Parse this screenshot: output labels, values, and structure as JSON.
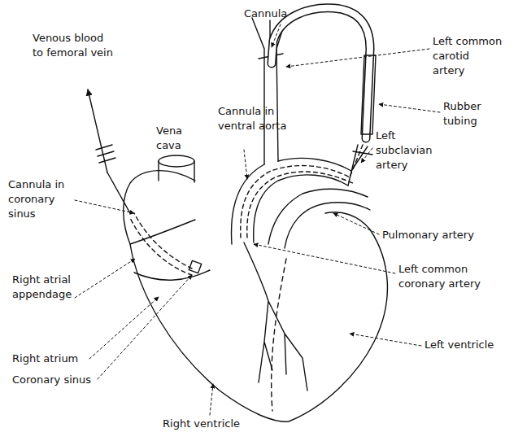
{
  "diagram": {
    "labels": [
      "Cannula",
      "Left common carotid artery",
      "Rubber tubing",
      "Left subclavian artery",
      "Cannula in ventral aorta",
      "Venous blood to femoral vein",
      "Vena cava",
      "Cannula in coronary sinus",
      "Pulmonary artery",
      "Left common coronary artery",
      "Right atrial appendage",
      "Left ventricle",
      "Right atrium",
      "Coronary sinus",
      "Right ventricle"
    ]
  }
}
